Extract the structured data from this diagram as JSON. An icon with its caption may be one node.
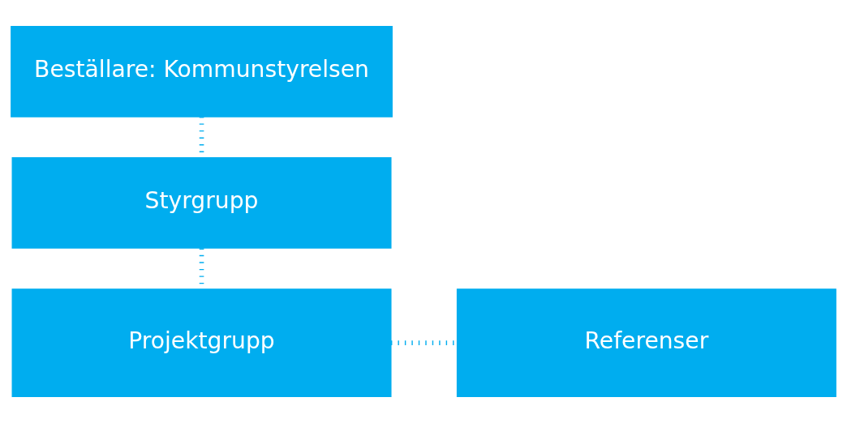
{
  "diagram": {
    "nodes": [
      {
        "text": [
          "Beställare: Kommunstyrelsen"
        ]
      },
      {
        "text": [
          "Styrgrupp"
        ]
      },
      {
        "text": [
          "Projektgrupp"
        ]
      },
      {
        "text": [
          "Referenser"
        ]
      }
    ],
    "edges": [
      {
        "from": 0,
        "to": 1,
        "arrow": "none"
      },
      {
        "from": 1,
        "to": 2,
        "arrow": "none"
      },
      {
        "from": 2,
        "to": 3,
        "arrow": "none"
      }
    ]
  }
}
